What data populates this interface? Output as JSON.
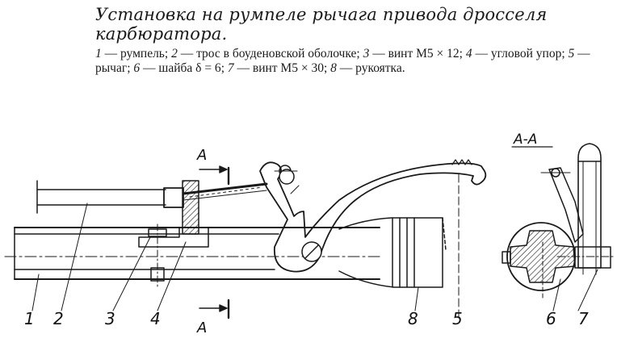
{
  "figure": {
    "title": "Установка на румпеле рычага привода дросселя карбюратора.",
    "legend": [
      {
        "num": "1",
        "text": "румпель"
      },
      {
        "num": "2",
        "text": "трос в боуденовской оболочке"
      },
      {
        "num": "3",
        "text": "винт М5 × 12"
      },
      {
        "num": "4",
        "text": "угловой упор"
      },
      {
        "num": "5",
        "text": "рычаг"
      },
      {
        "num": "6",
        "text": "шайба δ = 6"
      },
      {
        "num": "7",
        "text": "винт М5 × 30"
      },
      {
        "num": "8",
        "text": "рукоятка"
      }
    ]
  },
  "callouts": {
    "c1": "1",
    "c2": "2",
    "c3": "3",
    "c4": "4",
    "c5": "5",
    "c6": "6",
    "c7": "7",
    "c8": "8"
  },
  "section_marks": {
    "cut_top": "A",
    "cut_bottom": "A",
    "section_view": "А-А"
  },
  "colors": {
    "ink": "#1a1a1a",
    "paper": "#ffffff"
  }
}
